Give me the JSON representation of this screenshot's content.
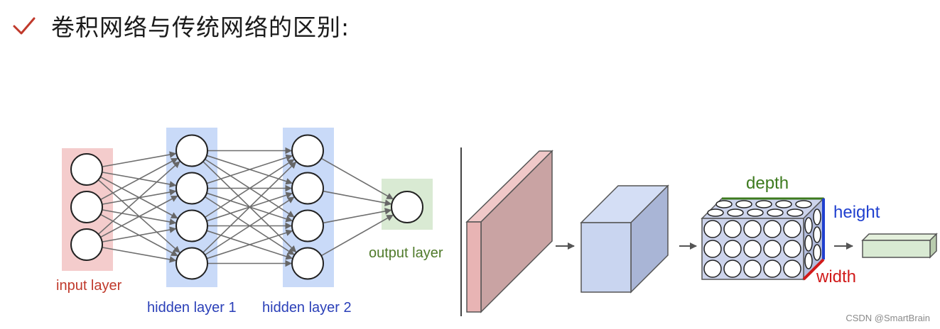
{
  "heading": {
    "title": "卷积网络与传统网络的区别:",
    "icon": "checkmark-icon",
    "icon_color": "#c0392b"
  },
  "traditional_network": {
    "layers": [
      {
        "key": "input",
        "label": "input layer",
        "neurons": 3,
        "color": "#c0392b",
        "band_color": "#f4cccc"
      },
      {
        "key": "hidden1",
        "label": "hidden layer 1",
        "neurons": 4,
        "color": "#2a3fb8",
        "band_color": "#c9daf8"
      },
      {
        "key": "hidden2",
        "label": "hidden layer 2",
        "neurons": 4,
        "color": "#2a3fb8",
        "band_color": "#c9daf8"
      },
      {
        "key": "output",
        "label": "output layer",
        "neurons": 1,
        "color": "#4f7a2a",
        "band_color": "#d9ead3"
      }
    ]
  },
  "convolutional_network": {
    "stages": [
      {
        "key": "input-volume",
        "color": "#e6b3b3"
      },
      {
        "key": "conv-volume",
        "color": "#c9d5f0"
      },
      {
        "key": "neuron-volume",
        "color": "#cdd4ec"
      },
      {
        "key": "output-volume",
        "color": "#d9ead3"
      }
    ],
    "dimension_labels": {
      "depth": "depth",
      "height": "height",
      "width": "width"
    },
    "dimension_colors": {
      "depth": "#3d7a1e",
      "height": "#1f3fcf",
      "width": "#d11a1a"
    }
  },
  "watermark": "CSDN @SmartBrain"
}
